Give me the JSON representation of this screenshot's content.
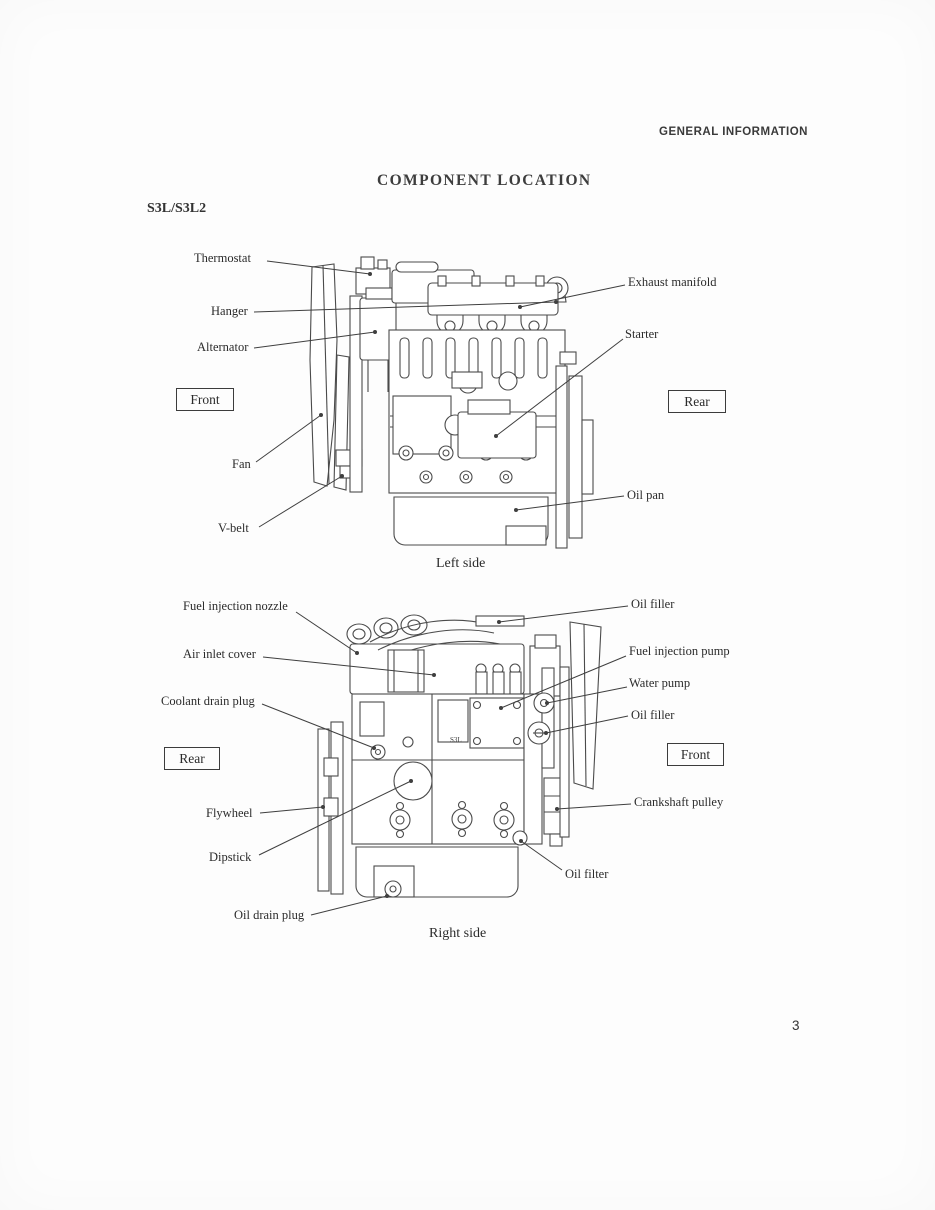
{
  "page": {
    "header": "GENERAL INFORMATION",
    "title": "COMPONENT LOCATION",
    "model": "S3L/S3L2",
    "page_number": "3"
  },
  "diagrams": [
    {
      "name": "left-side-view",
      "caption": "Left side",
      "front_box": "Front",
      "rear_box": "Rear",
      "labels": {
        "thermostat": "Thermostat",
        "hanger": "Hanger",
        "alternator": "Alternator",
        "fan": "Fan",
        "v_belt": "V-belt",
        "exhaust_manifold": "Exhaust manifold",
        "starter": "Starter",
        "oil_pan": "Oil pan"
      }
    },
    {
      "name": "right-side-view",
      "caption": "Right side",
      "front_box": "Front",
      "rear_box": "Rear",
      "engine_marking": "S3L",
      "labels": {
        "fuel_injection_nozzle": "Fuel injection nozzle",
        "air_inlet_cover": "Air inlet cover",
        "coolant_drain_plug": "Coolant drain plug",
        "flywheel": "Flywheel",
        "dipstick": "Dipstick",
        "oil_drain_plug": "Oil drain plug",
        "oil_filler_top": "Oil filler",
        "fuel_injection_pump": "Fuel injection pump",
        "water_pump": "Water pump",
        "oil_filler_side": "Oil filler",
        "crankshaft_pulley": "Crankshaft pulley",
        "oil_filter": "Oil filter"
      }
    }
  ]
}
